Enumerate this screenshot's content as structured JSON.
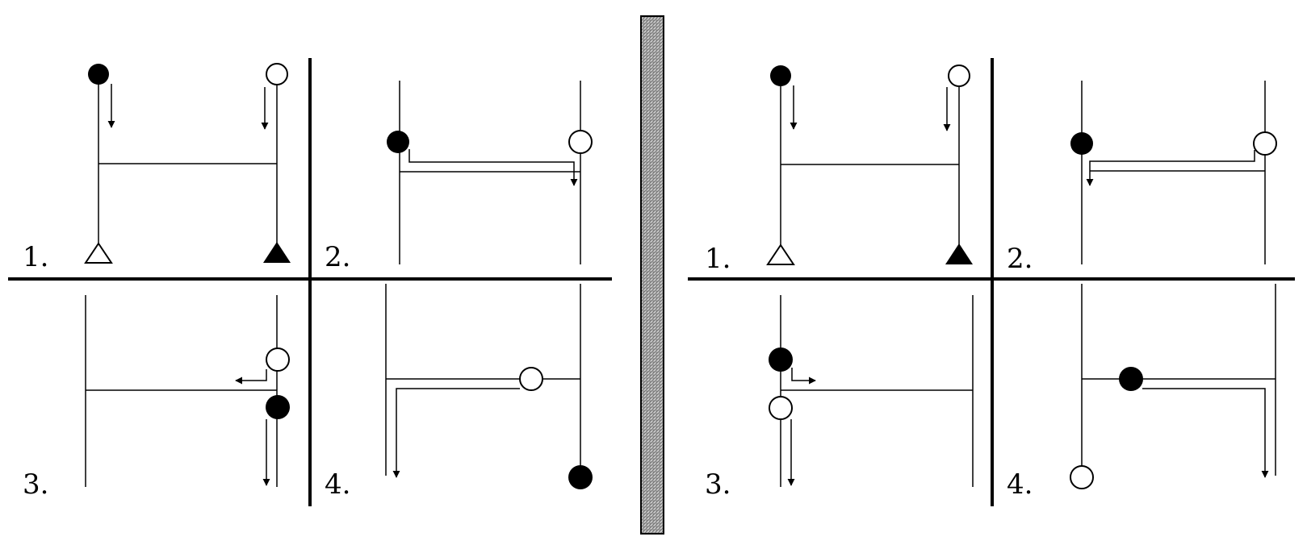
{
  "left": {
    "panels": [
      {
        "label": "1."
      },
      {
        "label": "2."
      },
      {
        "label": "3."
      },
      {
        "label": "4."
      }
    ]
  },
  "right": {
    "panels": [
      {
        "label": "1."
      },
      {
        "label": "2."
      },
      {
        "label": "3."
      },
      {
        "label": "4."
      }
    ]
  },
  "colors": {
    "ink": "#000000",
    "divider_fill": "#bdbdbd",
    "background": "#ffffff"
  }
}
